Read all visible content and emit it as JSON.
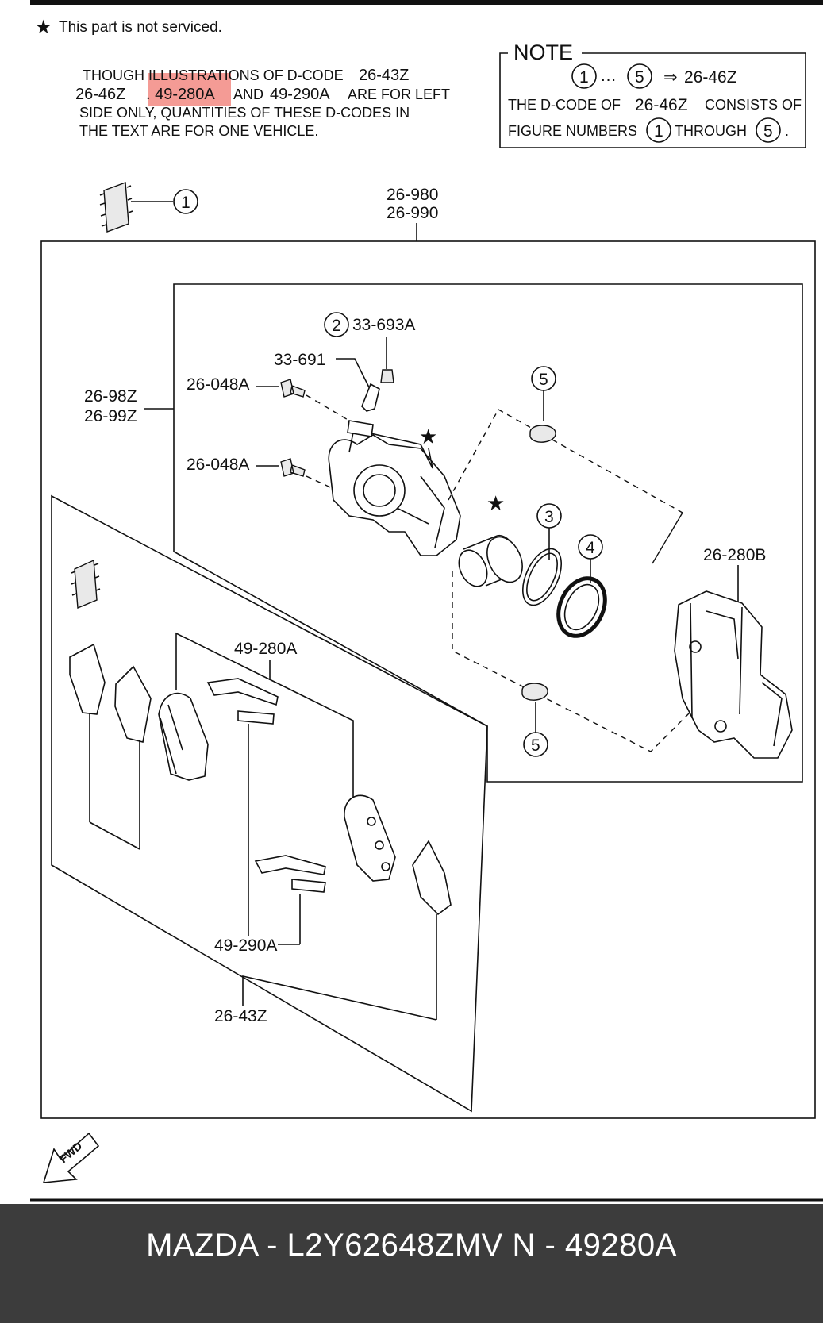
{
  "header": {
    "star": "★",
    "not_serviced": "This part is not serviced."
  },
  "caption": {
    "line1_a": "THOUGH ILLUSTRATIONS OF D-CODE",
    "line1_code": "26-43Z",
    "line2_code1": "26-46Z",
    "line2_highlight": ". 49-280A",
    "line2_and": "AND",
    "line2_code2": "49-290A",
    "line2_b": "ARE FOR LEFT",
    "line3": "SIDE ONLY, QUANTITIES OF THESE D-CODES IN",
    "line4": "THE TEXT ARE FOR ONE VEHICLE."
  },
  "note": {
    "title": "NOTE",
    "range_start": "1",
    "ellipsis": "…",
    "range_end": "5",
    "arrow": "⇒",
    "code": "26-46Z",
    "line2_a": "THE D-CODE OF",
    "line2_code": "26-46Z",
    "line2_b": "CONSISTS OF",
    "line3_a": "FIGURE NUMBERS",
    "line3_num1": "1",
    "line3_b": "THROUGH",
    "line3_num2": "5",
    "line3_end": "."
  },
  "diagram": {
    "callouts": {
      "c1": "1",
      "c2": "2",
      "c3": "3",
      "c4": "4",
      "c5a": "5",
      "c5b": "5"
    },
    "labels": {
      "l26_980": "26-980",
      "l26_990": "26-990",
      "l33_693A": "33-693A",
      "l33_691": "33-691",
      "l26_048A_top": "26-048A",
      "l26_048A_bot": "26-048A",
      "l26_98Z": "26-98Z",
      "l26_99Z": "26-99Z",
      "l26_280B": "26-280B",
      "l49_280A": "49-280A",
      "l49_290A": "49-290A",
      "l26_43Z": "26-43Z",
      "star_housing": "★",
      "star_piston": "★",
      "fwd": "FWD"
    }
  },
  "footer": {
    "text": "MAZDA - L2Y62648ZMV    N - 49280A"
  }
}
